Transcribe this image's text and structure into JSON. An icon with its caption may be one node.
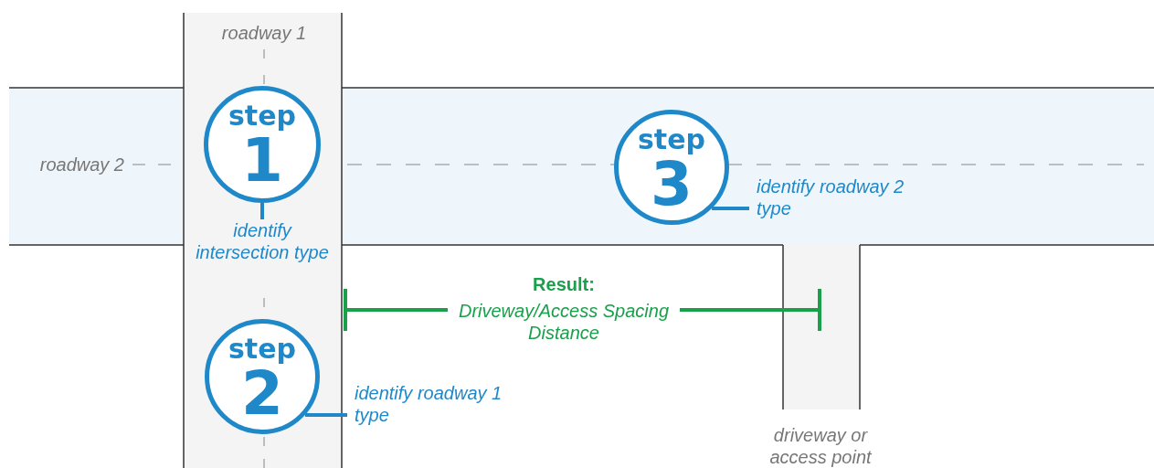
{
  "diagram": {
    "nodes": [
      {
        "text": [
          "step",
          "1"
        ]
      },
      {
        "text": [
          "identify intersection type"
        ]
      },
      {
        "text": [
          "step",
          "2"
        ]
      },
      {
        "text": [
          "identify roadway 1 type"
        ]
      },
      {
        "text": [
          "step",
          "3"
        ]
      },
      {
        "text": [
          "identify roadway 2 type"
        ]
      }
    ],
    "edges": [
      {
        "from": 0,
        "to": 1,
        "arrow": "none"
      },
      {
        "from": 2,
        "to": 3,
        "arrow": "none"
      },
      {
        "from": 4,
        "to": 5,
        "arrow": "none"
      }
    ],
    "labels": [
      "roadway 1",
      "roadway 2",
      "Result:",
      "Driveway/Access Spacing Distance",
      "driveway or access point"
    ]
  }
}
